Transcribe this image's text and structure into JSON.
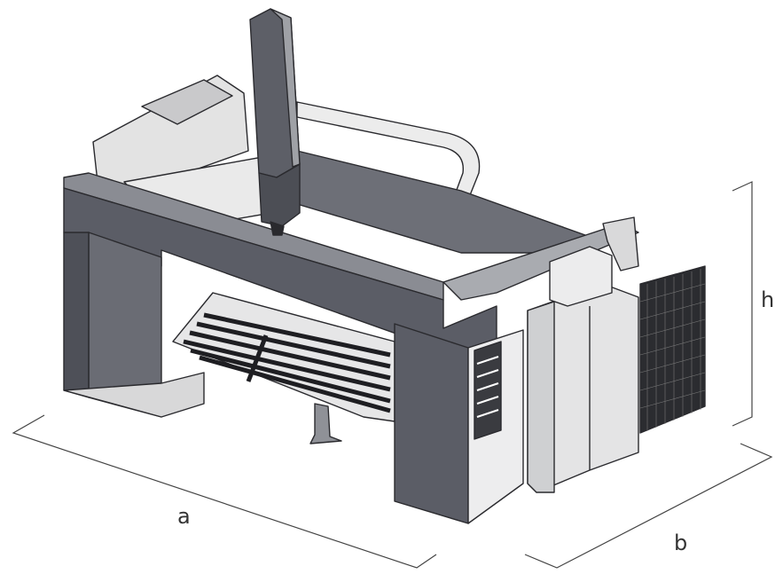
{
  "dimensions": {
    "length_label": "a",
    "width_label": "b",
    "height_label": "h"
  },
  "colors": {
    "panel_dark": "#5b5d66",
    "panel_mid": "#7c7e86",
    "panel_light": "#e9e9ea",
    "outline": "#2a2a2e",
    "dimension_line": "#444444"
  }
}
